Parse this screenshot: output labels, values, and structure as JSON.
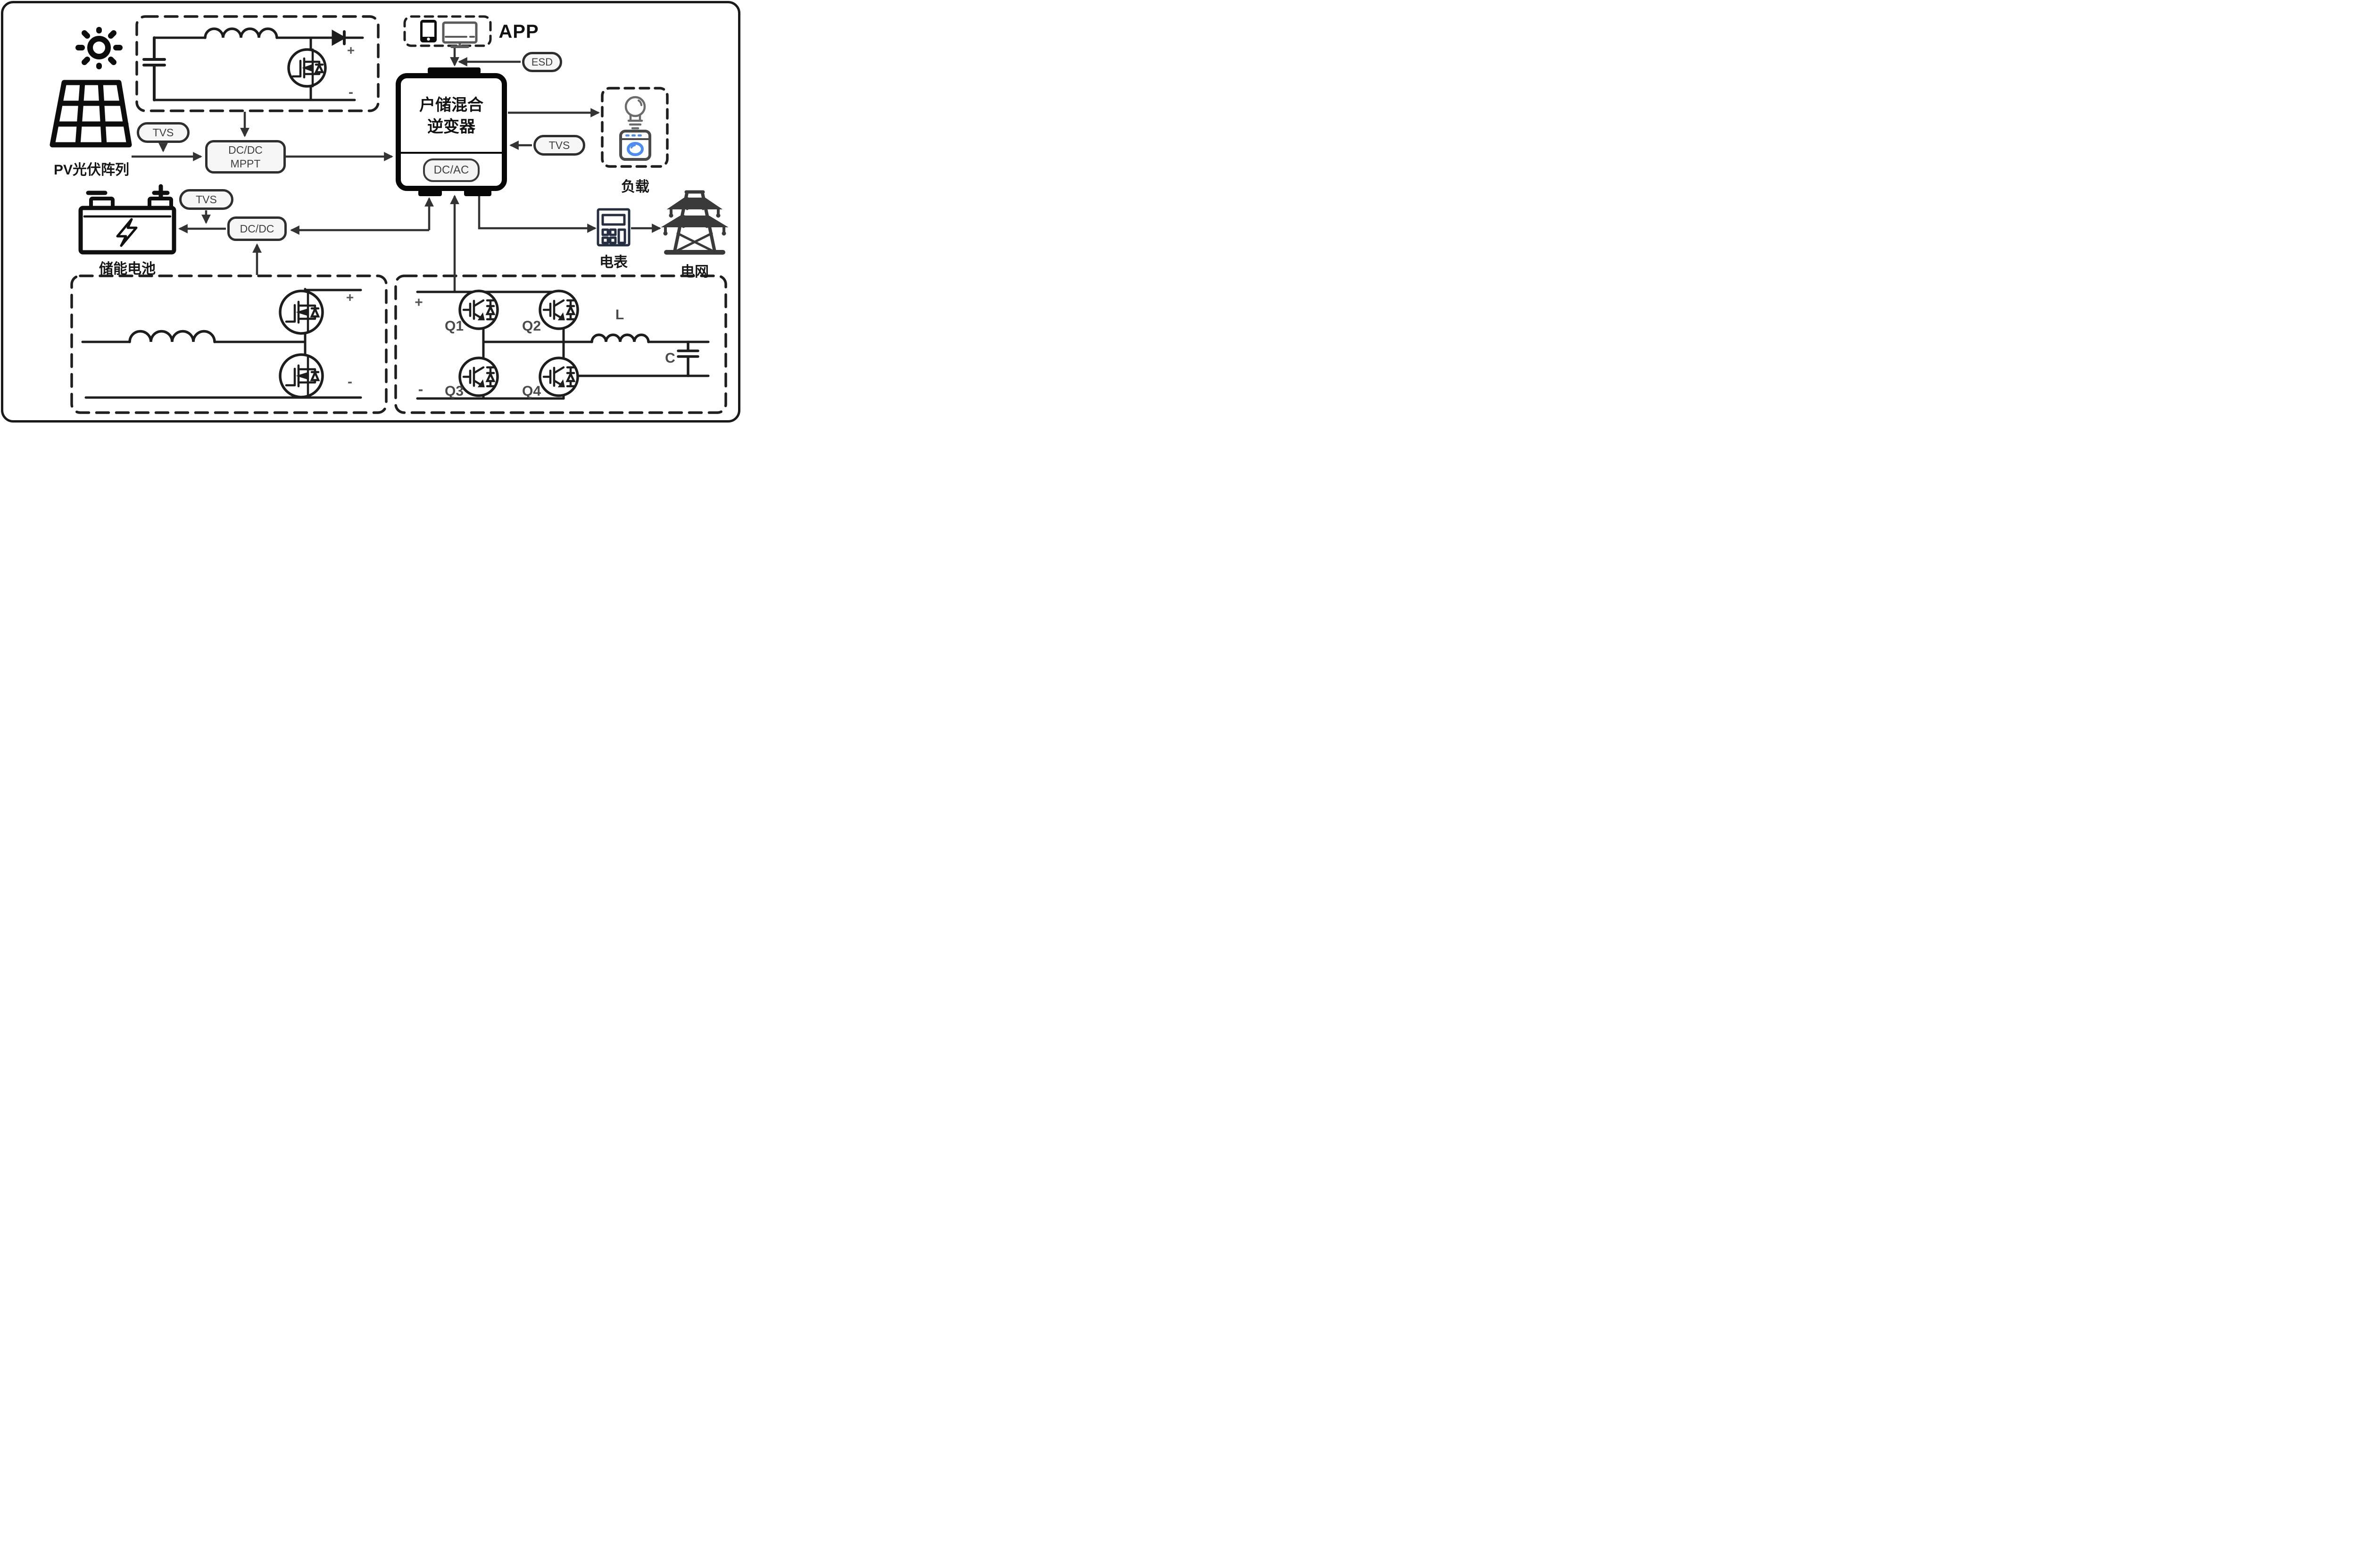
{
  "colors": {
    "line": "#333333",
    "ink": "#161616",
    "pill_fill": "#f6f6f6",
    "accent_blue": "#4b8cf5",
    "meter_navy": "#242e40",
    "tower_gray": "#3a3a3a"
  },
  "pv": {
    "label": "PV光伏阵列"
  },
  "boost": {
    "plus": "+",
    "minus": "-"
  },
  "tvs_pv": {
    "label": "TVS"
  },
  "mppt": {
    "line1": "DC/DC",
    "line2": "MPPT"
  },
  "app": {
    "label": "APP"
  },
  "esd": {
    "label": "ESD"
  },
  "inverter": {
    "title1": "户储混合",
    "title2": "逆变器",
    "stage": "DC/AC"
  },
  "tvs_load": {
    "label": "TVS"
  },
  "load": {
    "label": "负载"
  },
  "battery": {
    "label": "储能电池",
    "minus": "-",
    "plus": "+"
  },
  "tvs_batt": {
    "label": "TVS"
  },
  "dcdc": {
    "label": "DC/DC"
  },
  "meter": {
    "label": "电表"
  },
  "grid": {
    "label": "电网"
  },
  "buckboost": {
    "plus": "+",
    "minus": "-"
  },
  "hbridge": {
    "plus": "+",
    "minus": "-",
    "q1": "Q1",
    "q2": "Q2",
    "q3": "Q3",
    "q4": "Q4",
    "l": "L",
    "c": "C"
  }
}
